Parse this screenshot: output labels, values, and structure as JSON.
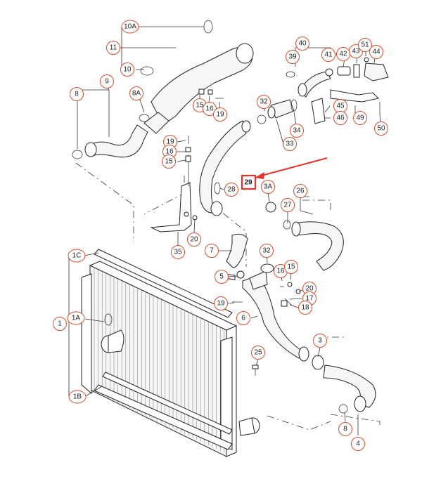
{
  "labels": {
    "l10A": "10A",
    "l11": "11",
    "l10": "10",
    "l9": "9",
    "l8a": "8",
    "l8A": "8A",
    "l15a": "15",
    "l16a": "16",
    "l19a": "19",
    "l40": "40",
    "l39": "39",
    "l41": "41",
    "l42": "42",
    "l43": "43",
    "l51": "51",
    "l44": "44",
    "l32a": "32",
    "l45": "45",
    "l46": "46",
    "l49": "49",
    "l34": "34",
    "l33": "33",
    "l50": "50",
    "l19b": "19",
    "l16b": "16",
    "l15b": "15",
    "l29": "29",
    "l28": "28",
    "l3A": "3A",
    "l26": "26",
    "l27": "27",
    "l20a": "20",
    "l35": "35",
    "l7": "7",
    "l32b": "32",
    "l16c": "16",
    "l15c": "15",
    "l5": "5",
    "l20b": "20",
    "l17": "17",
    "l18": "18",
    "l19c": "19",
    "l6": "6",
    "l1C": "1C",
    "l1A": "1A",
    "l1": "1",
    "l1B": "1B",
    "l25": "25",
    "l3": "3",
    "l8b": "8",
    "l4": "4"
  },
  "accent_color": "#e8322b",
  "label_ring_color": "#d94d2a"
}
